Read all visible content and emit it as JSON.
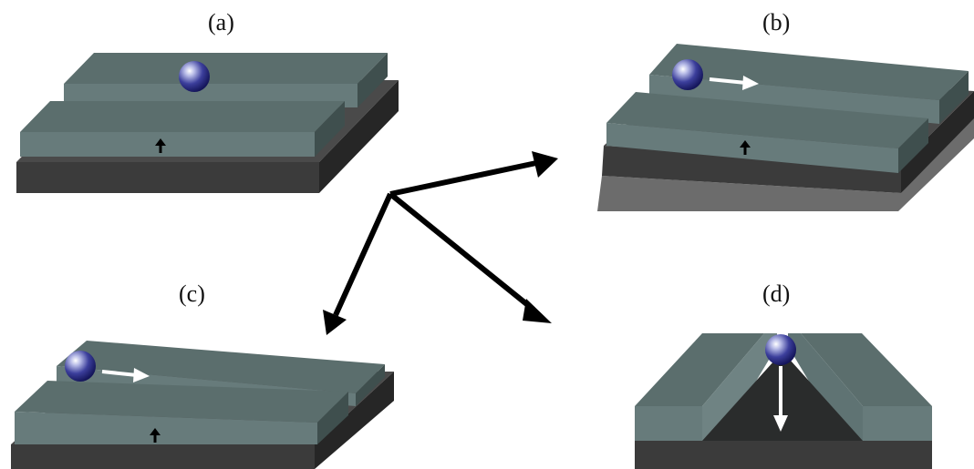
{
  "panels": [
    {
      "id": "a",
      "label": "(a)"
    },
    {
      "id": "b",
      "label": "(b)"
    },
    {
      "id": "c",
      "label": "(c)"
    },
    {
      "id": "d",
      "label": "(d)"
    }
  ],
  "colors": {
    "slab_top": "#5b6e6d",
    "slab_front": "#677b7b",
    "slab_side": "#3f4f4e",
    "base_front": "#3b3b3b",
    "base_side": "#262626",
    "base_top": "#4a4a4a",
    "tilt_base": "#6c6c6c",
    "ball": "#3c3f9c",
    "arrow_main": "#000000",
    "arrow_motion": "#ffffff"
  },
  "icons": [
    "ball-icon",
    "up-arrow-icon",
    "right-arrow-icon",
    "down-arrow-icon"
  ]
}
